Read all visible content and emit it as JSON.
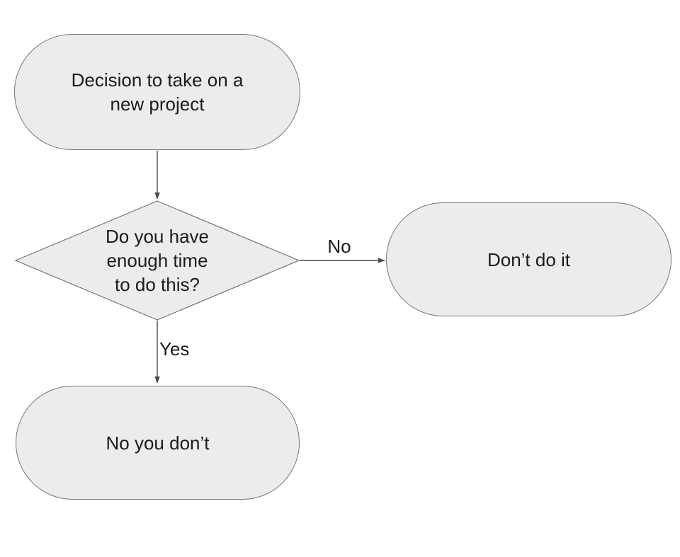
{
  "diagram": {
    "type": "flowchart",
    "colors": {
      "background": "#ffffff",
      "node_fill": "#ececec",
      "node_border": "#757575",
      "edge_line": "#4a4a4a",
      "text": "#1b1b1b"
    },
    "nodes": [
      {
        "id": "start",
        "type": "terminator",
        "label": "Decision to take on a\nnew project"
      },
      {
        "id": "decision",
        "type": "decision",
        "label": "Do you have\nenough time\nto do this?"
      },
      {
        "id": "dont_do_it",
        "type": "terminator",
        "label": "Don’t do it"
      },
      {
        "id": "no_you_dont",
        "type": "terminator",
        "label": "No you don’t"
      }
    ],
    "edges": [
      {
        "from": "start",
        "to": "decision",
        "label": ""
      },
      {
        "from": "decision",
        "to": "dont_do_it",
        "label": "No"
      },
      {
        "from": "decision",
        "to": "no_you_dont",
        "label": "Yes"
      }
    ]
  }
}
